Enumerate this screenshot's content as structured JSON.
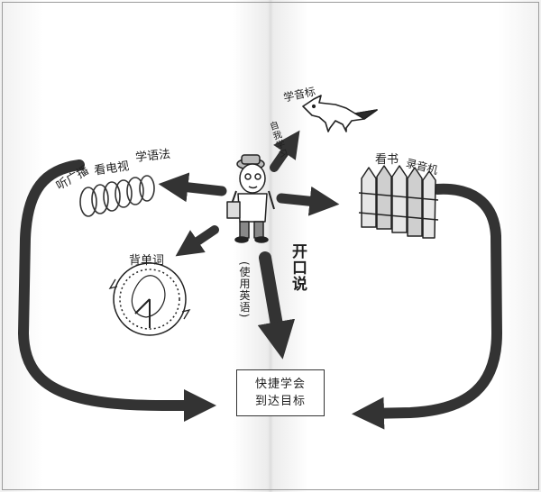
{
  "labels": {
    "listen_radio": "听广播",
    "watch_tv": "看电视",
    "learn_grammar": "学语法",
    "learn_phonetics": "学音标",
    "self_study": "自我学习",
    "read_books": "看书",
    "tape_recorder": "录音机",
    "memorize_words": "背单词",
    "speak_out": "开口说",
    "use_english": "(使用英语)"
  },
  "goal": {
    "line1": "快捷学会",
    "line2": "到达目标"
  },
  "colors": {
    "ink": "#1e1e1e",
    "arrow": "#333333"
  },
  "icons": [
    "radio-coil-icon",
    "fox-icon",
    "fence-icon",
    "clock-icon",
    "boy-figure-icon"
  ]
}
